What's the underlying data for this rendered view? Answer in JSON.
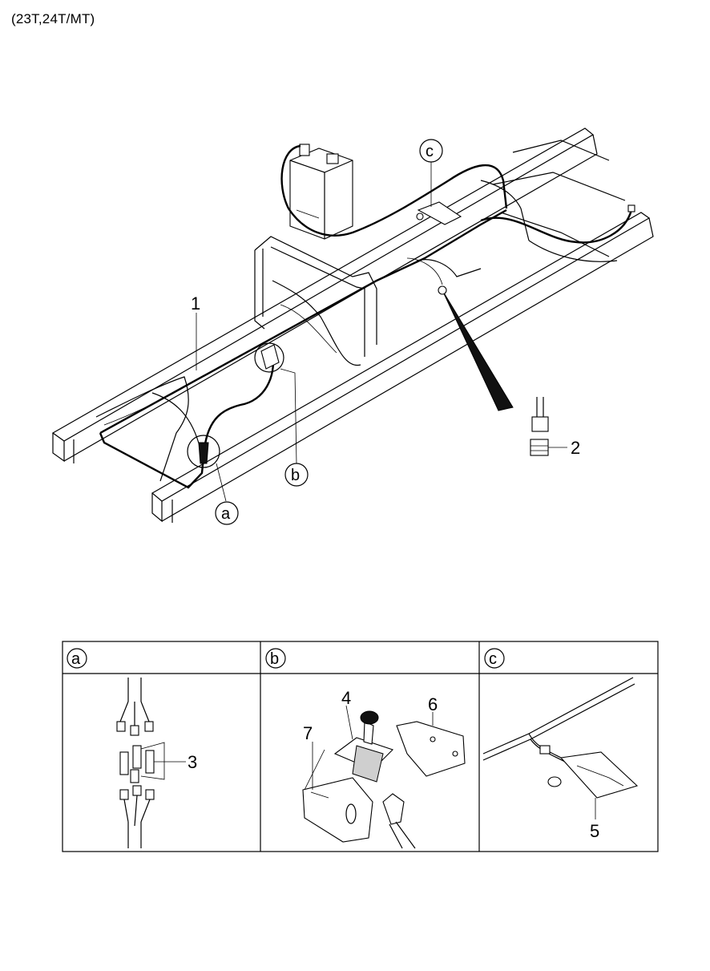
{
  "header": {
    "title": "(23T,24T/MT)"
  },
  "callouts": {
    "part_1": "1",
    "part_2": "2",
    "part_3": "3",
    "part_4": "4",
    "part_5": "5",
    "part_6": "6",
    "part_7": "7"
  },
  "detail_refs": {
    "a": "a",
    "b": "b",
    "c": "c"
  },
  "detail_table": {
    "headers": [
      "a",
      "b",
      "c"
    ]
  }
}
